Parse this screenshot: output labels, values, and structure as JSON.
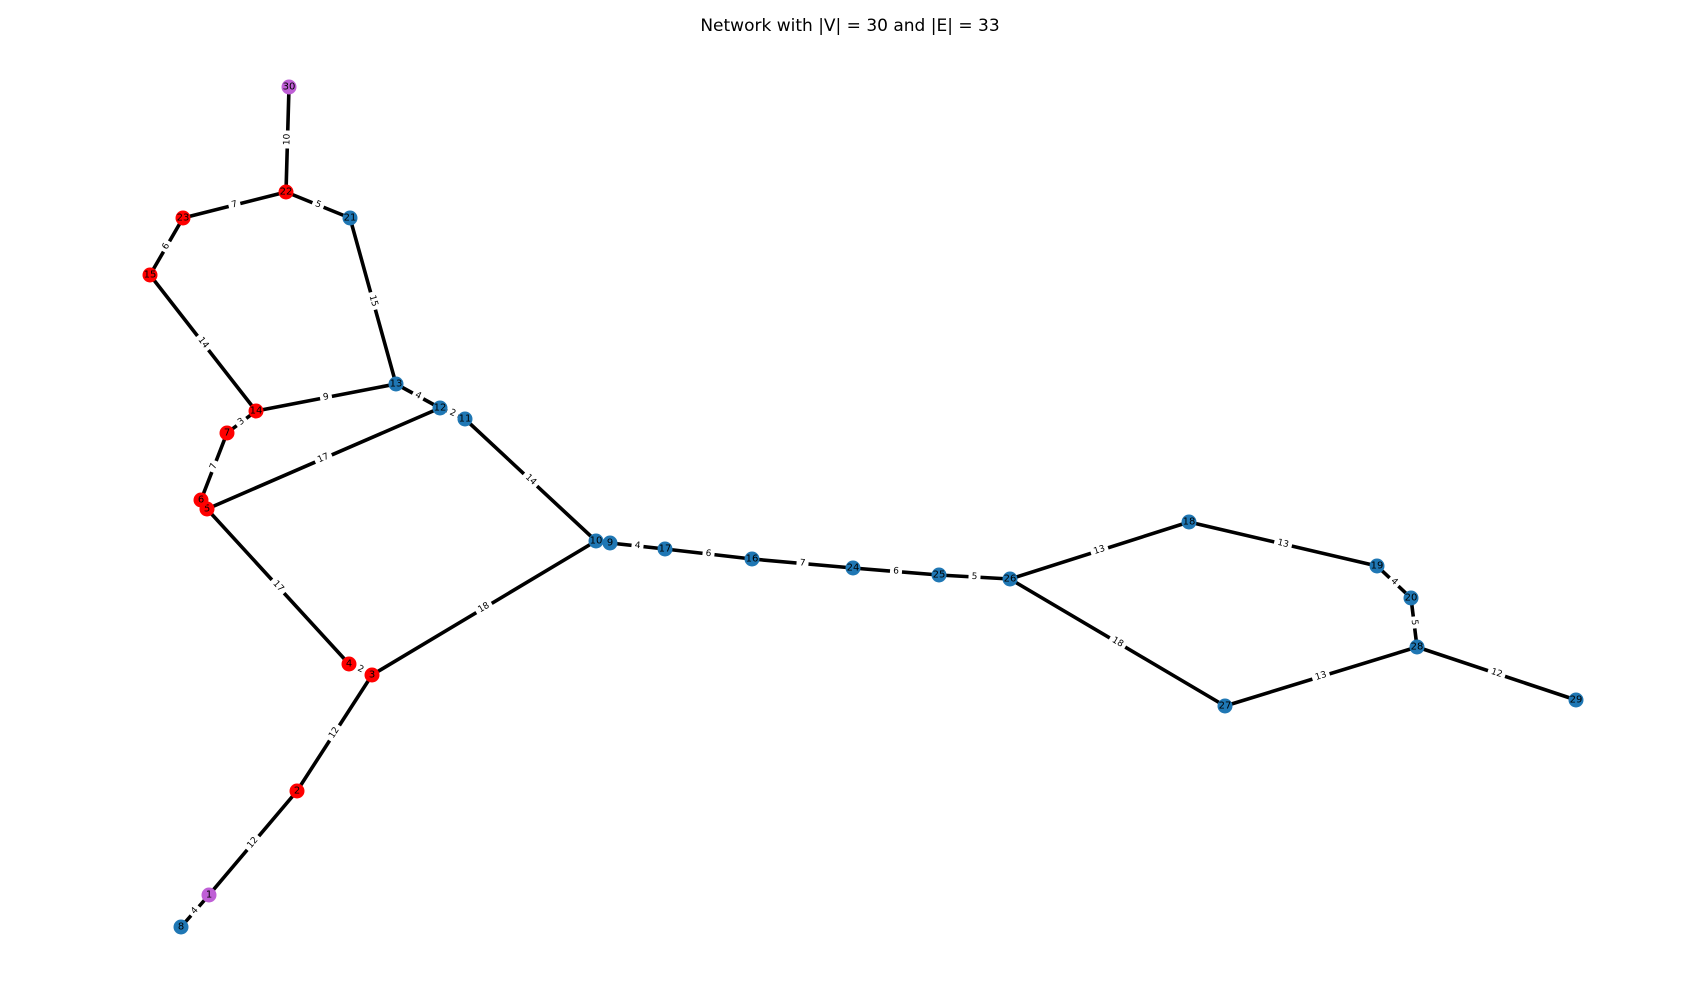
{
  "title": "Network with |V| = 30 and |E| = 33",
  "colors": {
    "blue": "#1f77b4",
    "red": "#ff0000",
    "purple": "#bf5fd6",
    "edge": "#000000"
  },
  "nodes": [
    {
      "id": "1",
      "group": "purple"
    },
    {
      "id": "2",
      "group": "red"
    },
    {
      "id": "3",
      "group": "red"
    },
    {
      "id": "4",
      "group": "red"
    },
    {
      "id": "5",
      "group": "red"
    },
    {
      "id": "6",
      "group": "red"
    },
    {
      "id": "7",
      "group": "red"
    },
    {
      "id": "8",
      "group": "blue"
    },
    {
      "id": "9",
      "group": "blue"
    },
    {
      "id": "10",
      "group": "blue"
    },
    {
      "id": "11",
      "group": "blue"
    },
    {
      "id": "12",
      "group": "blue"
    },
    {
      "id": "13",
      "group": "blue"
    },
    {
      "id": "14",
      "group": "red"
    },
    {
      "id": "15",
      "group": "red"
    },
    {
      "id": "16",
      "group": "blue"
    },
    {
      "id": "17",
      "group": "blue"
    },
    {
      "id": "18",
      "group": "blue"
    },
    {
      "id": "19",
      "group": "blue"
    },
    {
      "id": "20",
      "group": "blue"
    },
    {
      "id": "21",
      "group": "blue"
    },
    {
      "id": "22",
      "group": "red"
    },
    {
      "id": "23",
      "group": "red"
    },
    {
      "id": "24",
      "group": "blue"
    },
    {
      "id": "25",
      "group": "blue"
    },
    {
      "id": "26",
      "group": "blue"
    },
    {
      "id": "27",
      "group": "blue"
    },
    {
      "id": "28",
      "group": "blue"
    },
    {
      "id": "29",
      "group": "blue"
    },
    {
      "id": "30",
      "group": "purple"
    }
  ],
  "edges": [
    {
      "source": "30",
      "target": "22",
      "weight": "10"
    },
    {
      "source": "22",
      "target": "23",
      "weight": "7"
    },
    {
      "source": "22",
      "target": "21",
      "weight": "5"
    },
    {
      "source": "23",
      "target": "15",
      "weight": "6"
    },
    {
      "source": "15",
      "target": "14",
      "weight": "14"
    },
    {
      "source": "21",
      "target": "13",
      "weight": "15"
    },
    {
      "source": "14",
      "target": "13",
      "weight": "9"
    },
    {
      "source": "13",
      "target": "12",
      "weight": "4"
    },
    {
      "source": "12",
      "target": "11",
      "weight": "2"
    },
    {
      "source": "14",
      "target": "7",
      "weight": "3"
    },
    {
      "source": "7",
      "target": "6",
      "weight": "7"
    },
    {
      "source": "6",
      "target": "5",
      "weight": ""
    },
    {
      "source": "5",
      "target": "12",
      "weight": "17"
    },
    {
      "source": "5",
      "target": "4",
      "weight": "17"
    },
    {
      "source": "11",
      "target": "10",
      "weight": "14"
    },
    {
      "source": "10",
      "target": "9",
      "weight": ""
    },
    {
      "source": "4",
      "target": "3",
      "weight": "2"
    },
    {
      "source": "3",
      "target": "10",
      "weight": "18"
    },
    {
      "source": "3",
      "target": "2",
      "weight": "12"
    },
    {
      "source": "2",
      "target": "1",
      "weight": "12"
    },
    {
      "source": "1",
      "target": "8",
      "weight": "4"
    },
    {
      "source": "9",
      "target": "17",
      "weight": "4"
    },
    {
      "source": "17",
      "target": "16",
      "weight": "6"
    },
    {
      "source": "16",
      "target": "24",
      "weight": "7"
    },
    {
      "source": "24",
      "target": "25",
      "weight": "6"
    },
    {
      "source": "25",
      "target": "26",
      "weight": "5"
    },
    {
      "source": "26",
      "target": "18",
      "weight": "13"
    },
    {
      "source": "26",
      "target": "27",
      "weight": "18"
    },
    {
      "source": "18",
      "target": "19",
      "weight": "13"
    },
    {
      "source": "19",
      "target": "20",
      "weight": "4"
    },
    {
      "source": "20",
      "target": "28",
      "weight": "5"
    },
    {
      "source": "27",
      "target": "28",
      "weight": "13"
    },
    {
      "source": "28",
      "target": "29",
      "weight": "12"
    }
  ]
}
